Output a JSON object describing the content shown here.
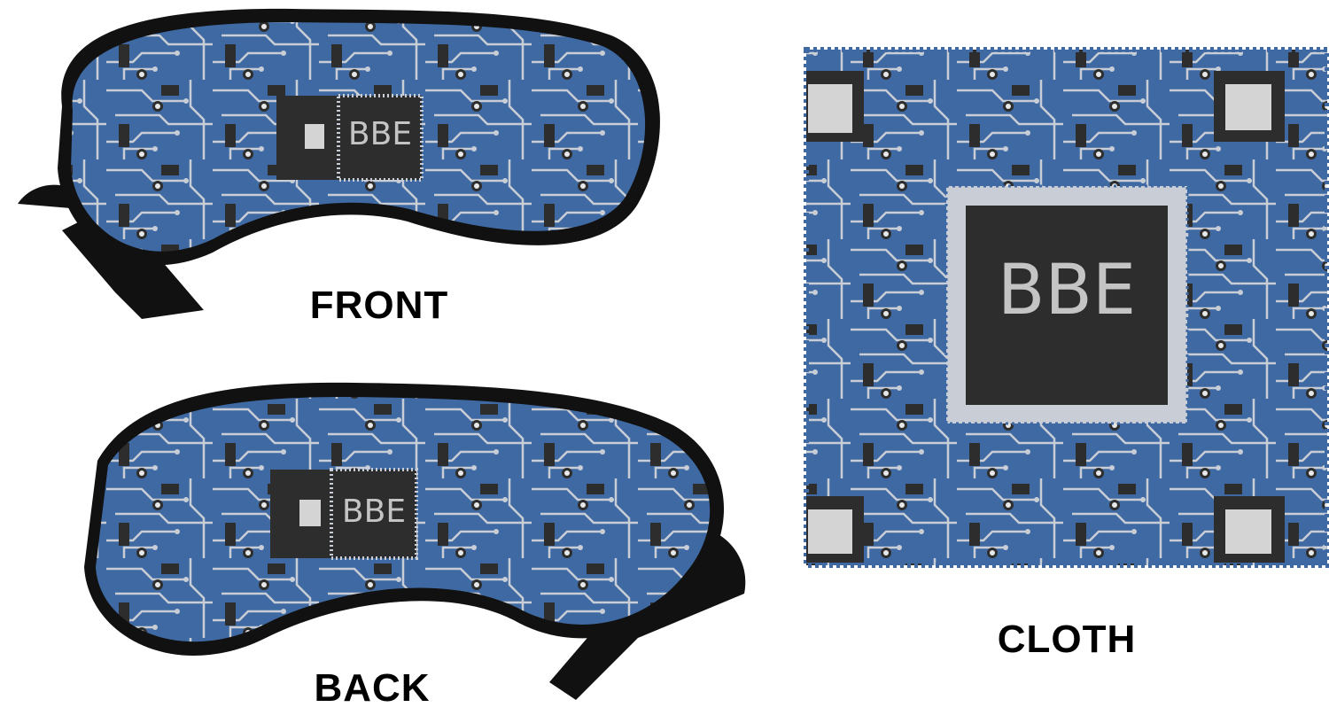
{
  "monogram": "BBE",
  "views": {
    "front_label": "FRONT",
    "back_label": "BACK",
    "cloth_label": "CLOTH"
  },
  "colors": {
    "board_blue": "#3f69a2",
    "chip_dark": "#2d2d2d",
    "trace_grey": "#c9ced6",
    "zipper_black": "#111111"
  }
}
